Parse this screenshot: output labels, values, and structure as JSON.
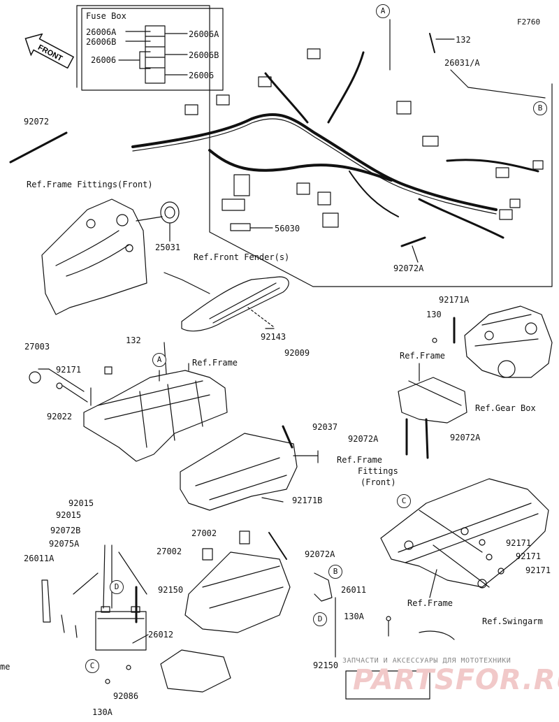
{
  "figure_id": "F2760",
  "fuse_box": {
    "title": "Fuse Box",
    "left_labels": [
      "26006A",
      "26006B",
      "26006"
    ],
    "right_labels": [
      "26006A",
      "26006B",
      "26006"
    ]
  },
  "front_arrow": "FRONT",
  "circle_refs": [
    "A",
    "B",
    "A",
    "B",
    "C",
    "D",
    "D",
    "C"
  ],
  "refs": {
    "frame_fittings_front": "Ref.Frame Fittings(Front)",
    "front_fenders": "Ref.Front Fender(s)",
    "frame_1": "Ref.Frame",
    "frame_2": "Ref.Frame",
    "gear_box": "Ref.Gear Box",
    "frame_fittings_front_2_line1": "Ref.Frame",
    "frame_fittings_front_2_line2": "Fittings",
    "frame_fittings_front_2_line3": "(Front)",
    "frame_3": "Ref.Frame",
    "swingarm": "Ref.Swingarm"
  },
  "parts": {
    "p132_top": "132",
    "p26031A": "26031/A",
    "p92072": "92072",
    "p56030": "56030",
    "p92072A_top": "92072A",
    "p25031": "25031",
    "p92171A": "92171A",
    "p130": "130",
    "p132_mid": "132",
    "p92143": "92143",
    "p92009": "92009",
    "p27003": "27003",
    "p92171_left": "92171",
    "p92022": "92022",
    "p92037": "92037",
    "p92072A_l": "92072A",
    "p92072A_r": "92072A",
    "p92171B": "92171B",
    "p92015_a": "92015",
    "p92015_b": "92015",
    "p92072B": "92072B",
    "p92075A": "92075A",
    "p26011A": "26011A",
    "p27002_a": "27002",
    "p27002_b": "27002",
    "p92072A_mid": "92072A",
    "p92150_a": "92150",
    "p26011": "26011",
    "p92171_r1": "92171",
    "p92171_r2": "92171",
    "p92171_r3": "92171",
    "p26012": "26012",
    "p130A_a": "130A",
    "p92150_b": "92150",
    "p92086": "92086",
    "p130A_b": "130A",
    "p_me": "me"
  },
  "watermark": {
    "tagline": "ЗАПЧАСТИ И АКСЕССУАРЫ ДЛЯ МОТОТЕХНИКИ",
    "logo": "PARTSFOR.RU"
  }
}
